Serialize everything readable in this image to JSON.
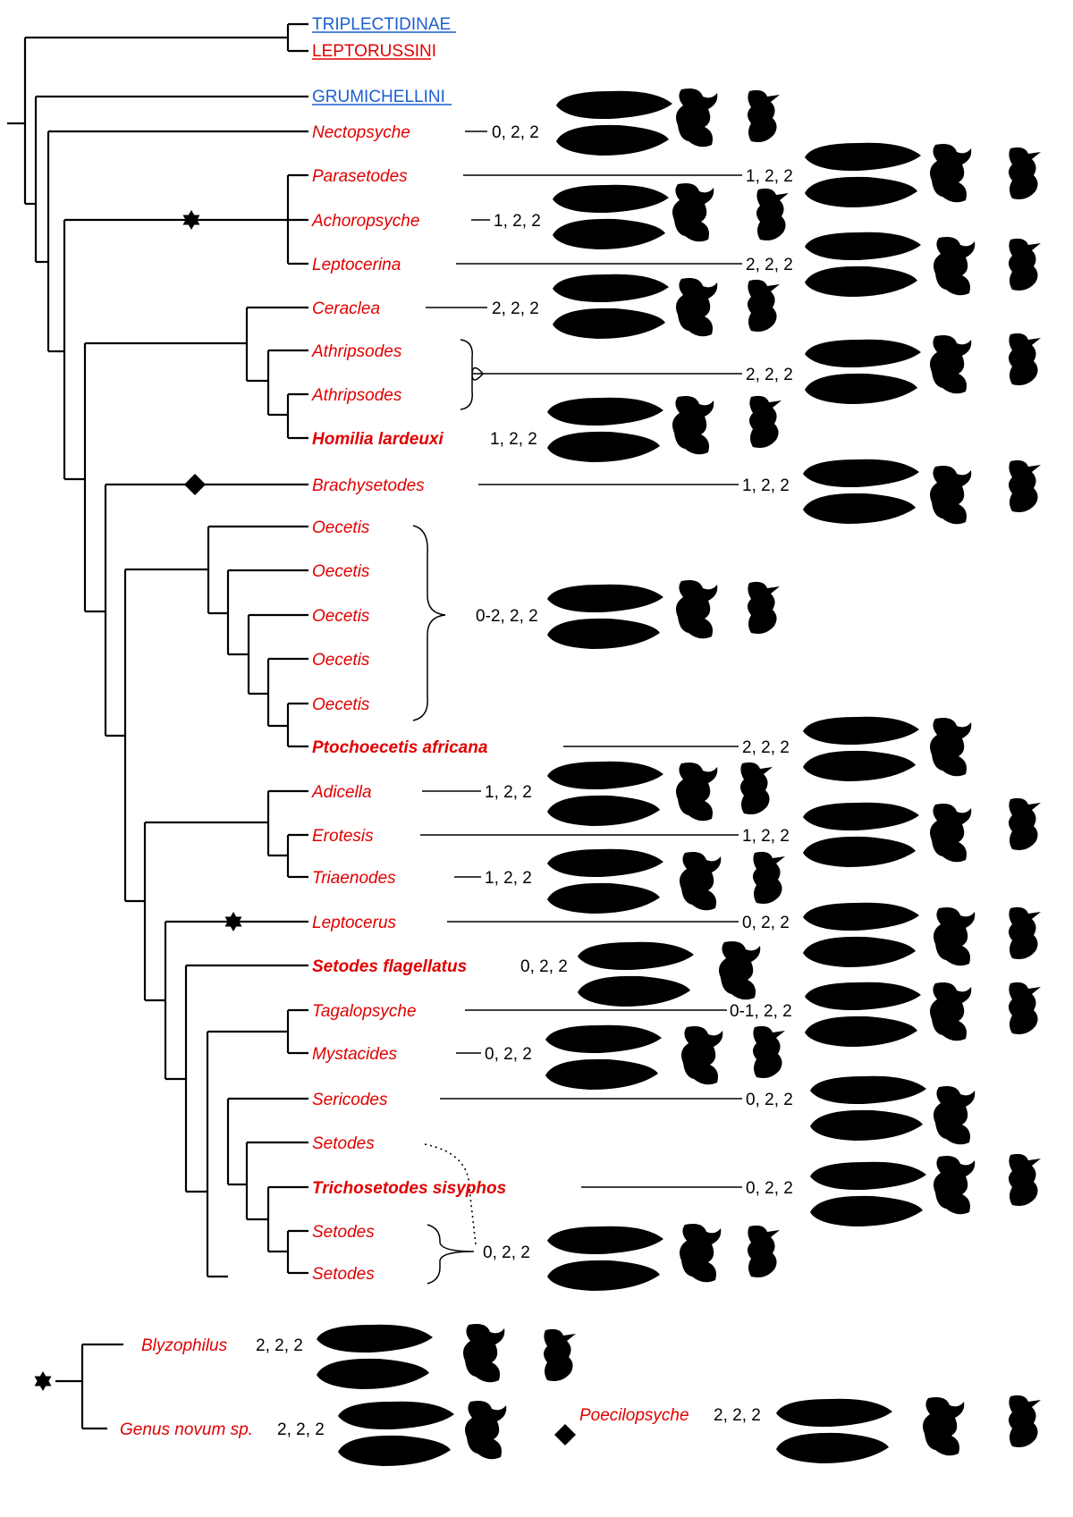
{
  "colors": {
    "taxon": "#e00000",
    "outgroup_link": "#1a5fd0",
    "lines": "#000000"
  },
  "outgroups": [
    {
      "label": "TRIPLECTIDINAE",
      "color": "blue"
    },
    {
      "label": "LEPTORUSSINI",
      "color": "red"
    },
    {
      "label": "GRUMICHELLINI",
      "color": "blue"
    }
  ],
  "taxa": [
    {
      "label": "Nectopsyche",
      "code": "0, 2, 2",
      "bold": false
    },
    {
      "label": "Parasetodes",
      "code": "1, 2, 2",
      "bold": false
    },
    {
      "label": "Achoropsyche",
      "code": "1, 2, 2",
      "bold": false
    },
    {
      "label": "Leptocerina",
      "code": "2, 2, 2",
      "bold": false
    },
    {
      "label": "Ceraclea",
      "code": "2, 2, 2",
      "bold": false
    },
    {
      "label": "Athripsodes",
      "code": "",
      "bold": false
    },
    {
      "label": "Athripsodes",
      "code": "2, 2, 2",
      "bold": false
    },
    {
      "label": "Homilia lardeuxi",
      "code": "1, 2, 2",
      "bold": true
    },
    {
      "label": "Brachysetodes",
      "code": "1, 2, 2",
      "bold": false
    },
    {
      "label": "Oecetis",
      "code": "",
      "bold": false
    },
    {
      "label": "Oecetis",
      "code": "",
      "bold": false
    },
    {
      "label": "Oecetis",
      "code": "0-2, 2, 2",
      "bold": false
    },
    {
      "label": "Oecetis",
      "code": "",
      "bold": false
    },
    {
      "label": "Oecetis",
      "code": "",
      "bold": false
    },
    {
      "label": "Ptochoecetis africana",
      "code": "2, 2, 2",
      "bold": true
    },
    {
      "label": "Adicella",
      "code": "1, 2, 2",
      "bold": false
    },
    {
      "label": "Erotesis",
      "code": "1, 2, 2",
      "bold": false
    },
    {
      "label": "Triaenodes",
      "code": "1, 2, 2",
      "bold": false
    },
    {
      "label": "Leptocerus",
      "code": "0, 2, 2",
      "bold": false
    },
    {
      "label": "Setodes flagellatus",
      "code": "0, 2, 2",
      "bold": true
    },
    {
      "label": "Tagalopsyche",
      "code": "0-1, 2, 2",
      "bold": false
    },
    {
      "label": "Mystacides",
      "code": "0, 2, 2",
      "bold": false
    },
    {
      "label": "Sericodes",
      "code": "0, 2, 2",
      "bold": false
    },
    {
      "label": "Setodes",
      "code": "",
      "bold": false
    },
    {
      "label": "Trichosetodes sisyphos",
      "code": "0, 2, 2",
      "bold": true
    },
    {
      "label": "Setodes",
      "code": "0, 2, 2",
      "bold": false
    },
    {
      "label": "Setodes",
      "code": "",
      "bold": false
    }
  ],
  "inset": {
    "taxa": [
      {
        "label": "Blyzophilus",
        "code": "2, 2, 2"
      },
      {
        "label": "Genus novum sp.",
        "code": "2, 2, 2"
      }
    ],
    "diamond_taxon": {
      "label": "Poecilopsyche",
      "code": "2, 2, 2"
    }
  },
  "markers": {
    "star": "six-point-star-icon",
    "diamond": "diamond-icon"
  }
}
